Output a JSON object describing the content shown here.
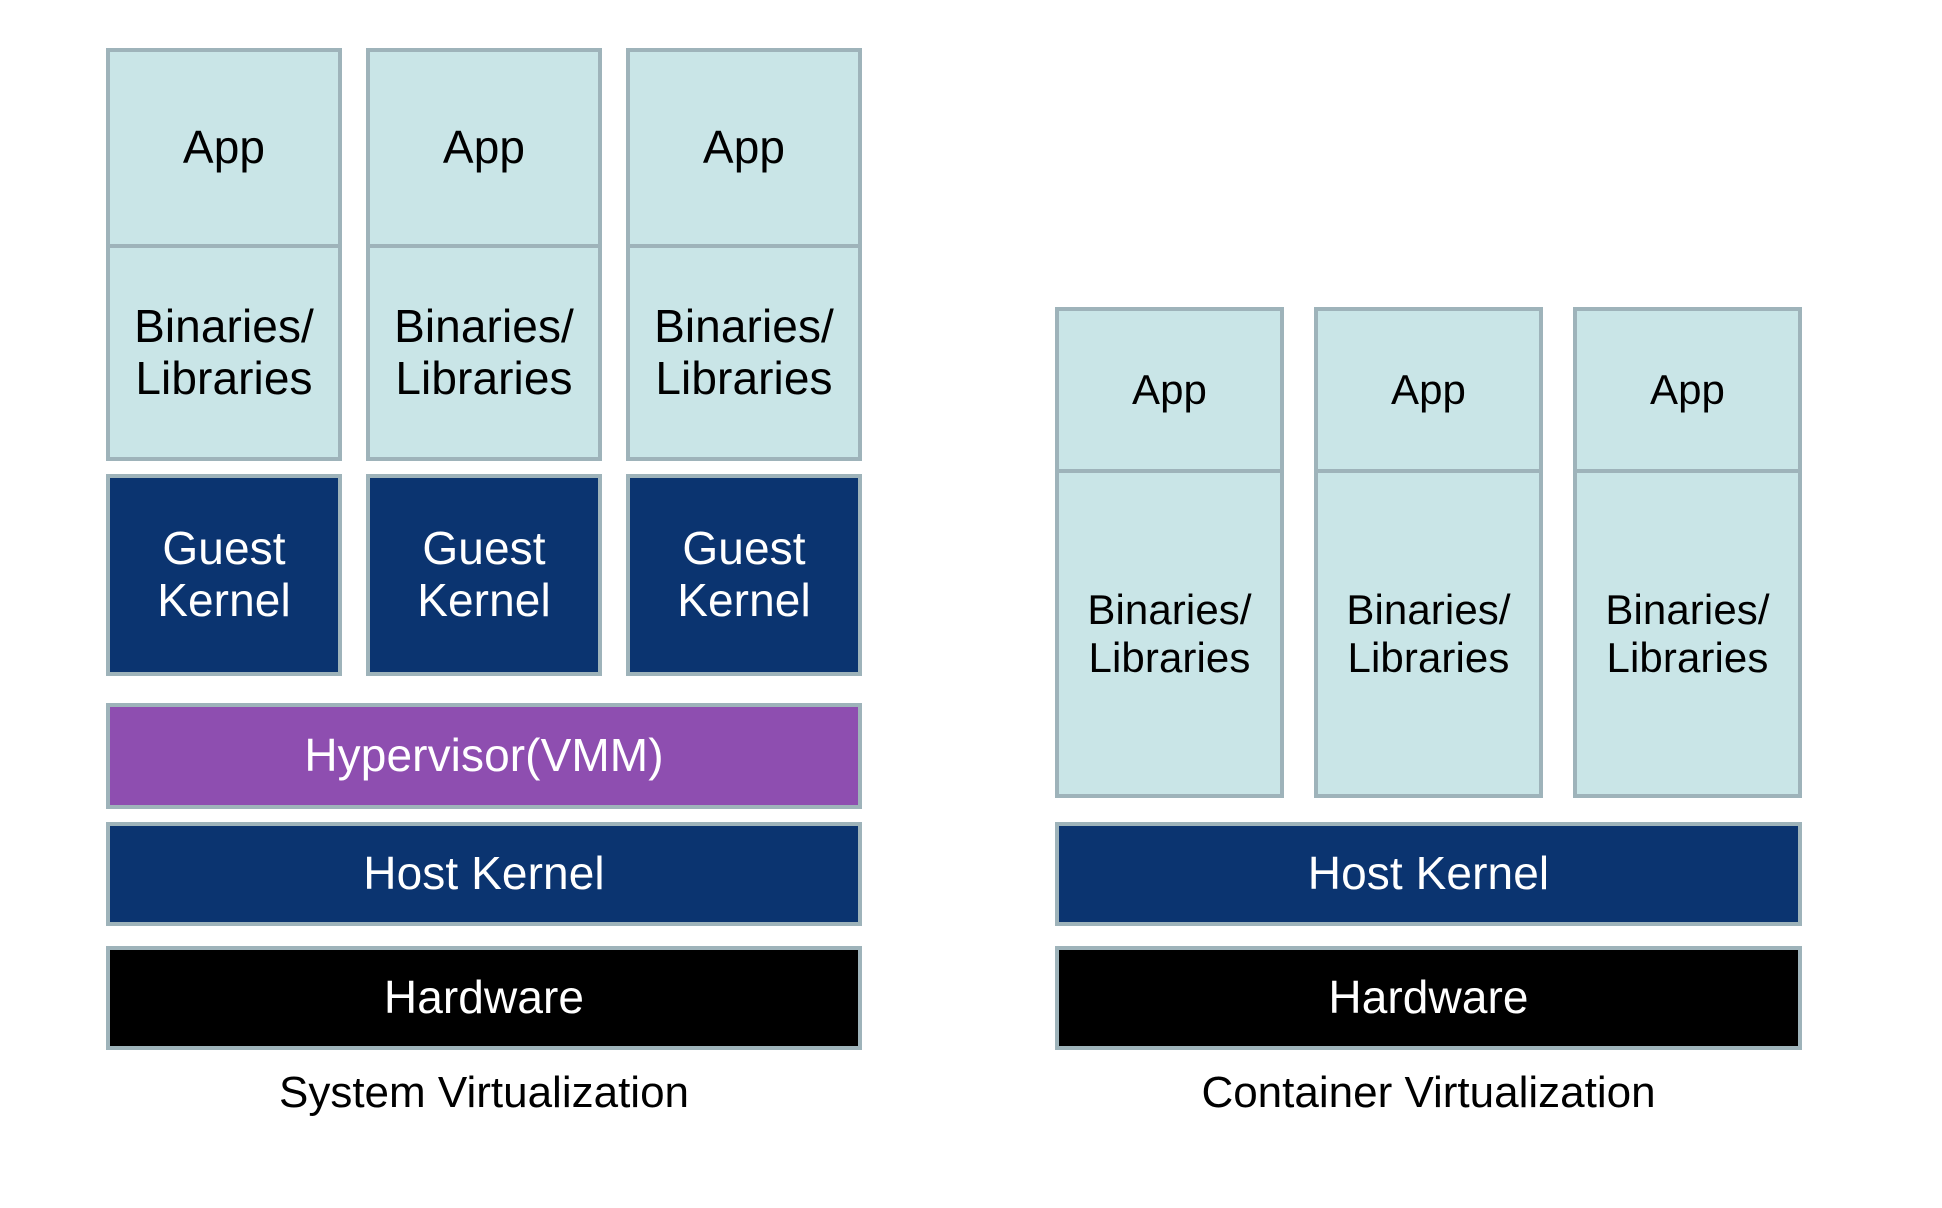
{
  "diagram": {
    "title_present": false,
    "colors": {
      "box_border": "#9eb3ba",
      "app_fill": "#c9e5e7",
      "binaries_fill": "#c9e5e7",
      "kernel_fill": "#0b3470",
      "hypervisor_fill": "#8e4eb0",
      "hardware_fill": "#000000",
      "page_background": "#ffffff",
      "dark_text": "#000000",
      "light_text": "#ffffff"
    },
    "panels": [
      {
        "id": "system-virtualization",
        "caption": "System Virtualization",
        "stacks": [
          {
            "app": "App",
            "binaries": "Binaries/\nLibraries",
            "kernel": "Guest\nKernel"
          },
          {
            "app": "App",
            "binaries": "Binaries/\nLibraries",
            "kernel": "Guest\nKernel"
          },
          {
            "app": "App",
            "binaries": "Binaries/\nLibraries",
            "kernel": "Guest\nKernel"
          }
        ],
        "bands": [
          {
            "id": "hypervisor",
            "label": "Hypervisor(VMM)",
            "fill": "#8e4eb0"
          },
          {
            "id": "host-kernel",
            "label": "Host Kernel",
            "fill": "#0b3470"
          },
          {
            "id": "hardware",
            "label": "Hardware",
            "fill": "#000000"
          }
        ]
      },
      {
        "id": "container-virtualization",
        "caption": "Container Virtualization",
        "stacks": [
          {
            "app": "App",
            "binaries": "Binaries/\nLibraries"
          },
          {
            "app": "App",
            "binaries": "Binaries/\nLibraries"
          },
          {
            "app": "App",
            "binaries": "Binaries/\nLibraries"
          }
        ],
        "bands": [
          {
            "id": "host-kernel",
            "label": "Host Kernel",
            "fill": "#0b3470"
          },
          {
            "id": "hardware",
            "label": "Hardware",
            "fill": "#000000"
          }
        ]
      }
    ]
  }
}
